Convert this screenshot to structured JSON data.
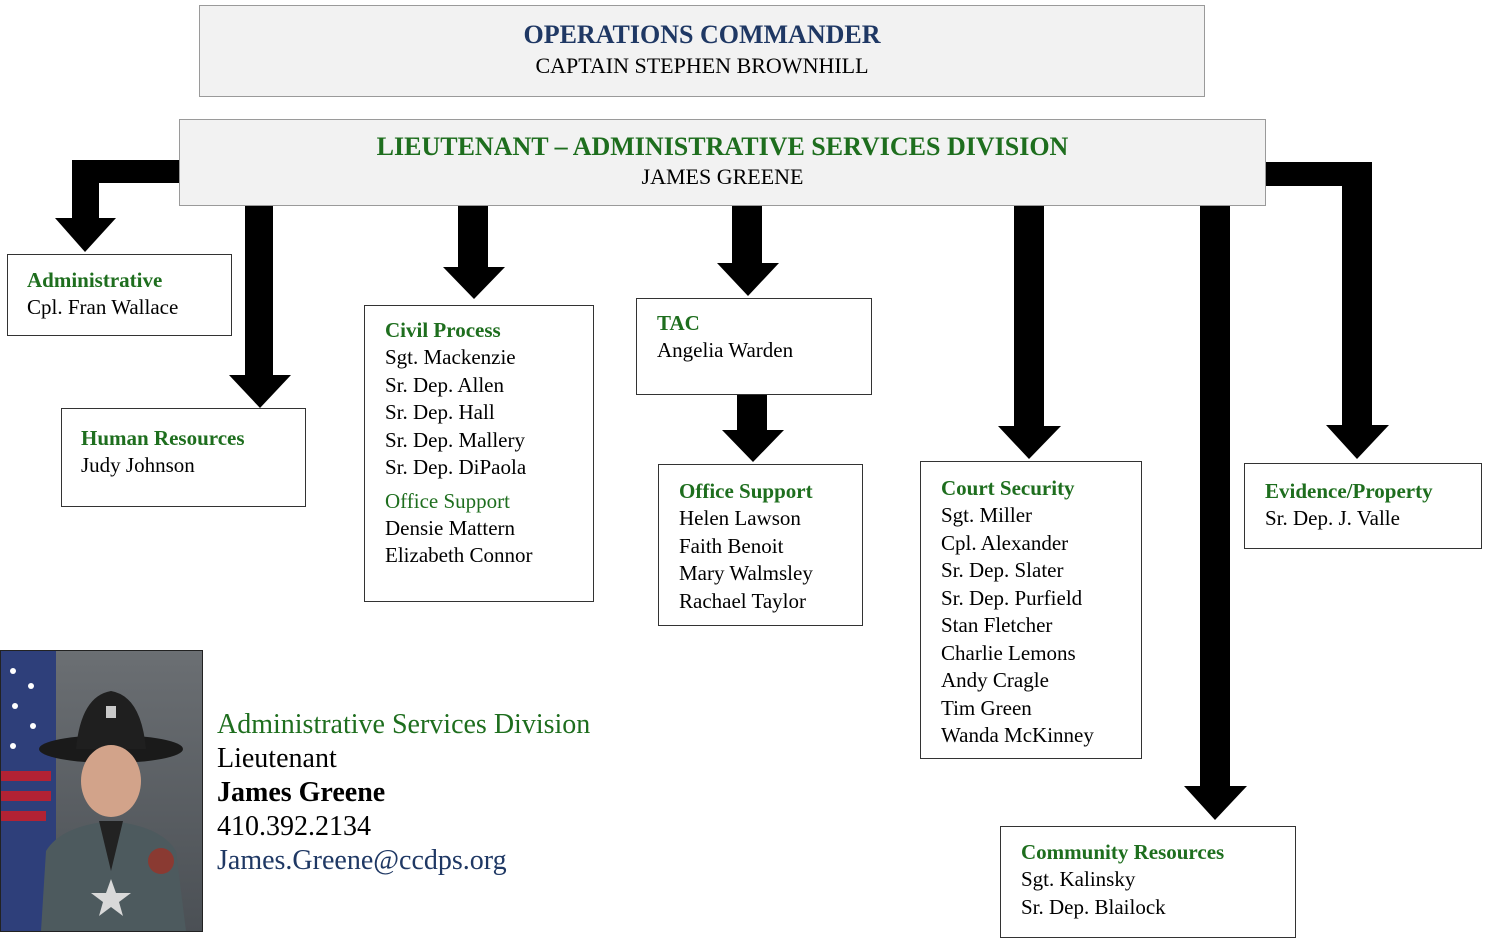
{
  "commander": {
    "title": "OPERATIONS COMMANDER",
    "name": "CAPTAIN STEPHEN BROWNHILL"
  },
  "lieutenant": {
    "title": "LIEUTENANT – ADMINISTRATIVE SERVICES DIVISION",
    "name": "JAMES GREENE"
  },
  "units": {
    "administrative": {
      "title": "Administrative",
      "members": [
        "Cpl. Fran Wallace"
      ]
    },
    "human_resources": {
      "title": "Human Resources",
      "members": [
        "Judy Johnson"
      ]
    },
    "civil_process": {
      "title": "Civil Process",
      "members": [
        "Sgt. Mackenzie",
        "Sr. Dep. Allen",
        "Sr. Dep. Hall",
        "Sr. Dep. Mallery",
        "Sr. Dep. DiPaola"
      ],
      "sub_title": "Office Support",
      "sub_members": [
        "Densie Mattern",
        "Elizabeth Connor"
      ]
    },
    "tac": {
      "title": "TAC",
      "members": [
        "Angelia Warden"
      ]
    },
    "office_support": {
      "title": "Office Support",
      "members": [
        "Helen Lawson",
        "Faith Benoit",
        "Mary Walmsley",
        "Rachael Taylor"
      ]
    },
    "court_security": {
      "title": "Court Security",
      "members": [
        "Sgt. Miller",
        "Cpl. Alexander",
        "Sr. Dep. Slater",
        "Sr. Dep. Purfield",
        "Stan Fletcher",
        "Charlie Lemons",
        "Andy Cragle",
        "Tim Green",
        "Wanda McKinney"
      ]
    },
    "evidence_property": {
      "title": "Evidence/Property",
      "members": [
        "Sr. Dep. J. Valle"
      ]
    },
    "community_resources": {
      "title": "Community Resources",
      "members": [
        "Sgt. Kalinsky",
        "Sr. Dep. Blailock"
      ]
    }
  },
  "contact": {
    "division": "Administrative Services Division",
    "rank": "Lieutenant",
    "name": "James Greene",
    "phone": "410.392.2134",
    "email": "James.Greene@ccdps.org"
  },
  "colors": {
    "green": "#1e6e1e",
    "navy": "#1f3864"
  }
}
